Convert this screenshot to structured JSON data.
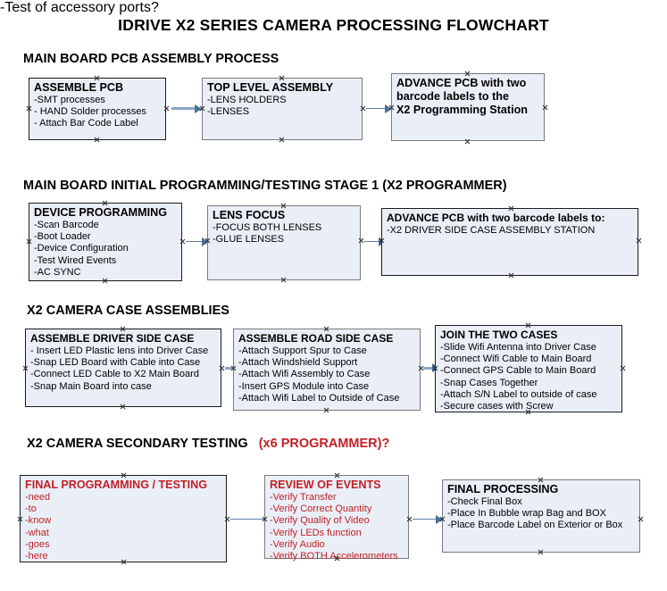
{
  "document": {
    "title": "IDRIVE X2  SERIES CAMERA PROCESSING FLOWCHART"
  },
  "colors": {
    "box_fill": "#eaeff7",
    "box_border": "#1a1a1a",
    "box_border_gray": "#7a7a7a",
    "connector": "#8aa6c4",
    "arrowhead": "#4a6f9c",
    "red_accent": "#c22026",
    "text": "#000000",
    "page_background": "#ffffff"
  },
  "sections": [
    {
      "heading": "MAIN BOARD PCB ASSEMBLY PROCESS",
      "heading_red": "",
      "nodes": [
        {
          "title": "ASSEMBLE PCB",
          "items": [
            "-SMT processes",
            "- HAND Solder processes",
            "- Attach Bar Code Label"
          ]
        },
        {
          "title": "TOP LEVEL ASSEMBLY",
          "items": [
            "-LENS HOLDERS",
            "-LENSES"
          ]
        },
        {
          "title": "ADVANCE PCB with two",
          "title_line2": "barcode labels to the",
          "title_line3": " X2 Programming Station",
          "items": []
        }
      ]
    },
    {
      "heading": "MAIN BOARD INITIAL PROGRAMMING/TESTING STAGE 1 (X2 PROGRAMMER)",
      "heading_red": "",
      "nodes": [
        {
          "title": "DEVICE PROGRAMMING",
          "items": [
            "-Scan Barcode",
            "-Boot Loader",
            "-Device Configuration",
            "-Test Wired Events",
            "-AC SYNC"
          ]
        },
        {
          "title": "LENS FOCUS",
          "items": [
            "-FOCUS BOTH LENSES",
            "-GLUE LENSES"
          ]
        },
        {
          "title": "ADVANCE PCB with two barcode labels to:",
          "items": [
            "-X2 DRIVER  SIDE  CASE  ASSEMBLY STATION"
          ]
        }
      ]
    },
    {
      "heading": "X2 CAMERA CASE ASSEMBLIES",
      "heading_red": "",
      "nodes": [
        {
          "title": "ASSEMBLE DRIVER SIDE CASE",
          "items": [
            "- Insert LED Plastic lens into Driver Case",
            "-Snap LED Board with Cable into Case",
            "-Connect LED Cable to X2 Main Board",
            "-Snap Main Board into case"
          ]
        },
        {
          "title": "ASSEMBLE ROAD SIDE CASE",
          "items": [
            "-Attach Support Spur to Case",
            "-Attach Windshield Support",
            "-Attach Wifi Assembly to Case",
            "-Insert GPS Module into Case",
            "-Attach Wifi Label to Outside of Case"
          ]
        },
        {
          "title": "JOIN THE TWO CASES",
          "items": [
            "-Slide Wifi Antenna into Driver Case",
            "-Connect Wifi Cable to Main Board",
            "-Connect GPS Cable to Main Board",
            "-Snap Cases Together",
            "-Attach S/N Label to outside of case",
            "-Secure cases with Screw"
          ]
        }
      ]
    },
    {
      "heading": "X2 CAMERA SECONDARY TESTING",
      "heading_red": "(x6 PROGRAMMER)?",
      "nodes": [
        {
          "title": "FINAL PROGRAMMING / TESTING",
          "items": [
            "-need",
            "-to",
            "-know",
            "-what",
            "-goes",
            "-here"
          ]
        },
        {
          "title": "REVIEW OF EVENTS",
          "items": [
            "-Verify Transfer",
            "-Verify Correct Quantity",
            "-Verify Quality of Video",
            "-Verify LEDs function",
            "-Verify Audio",
            "-Verify BOTH Accelerometers"
          ],
          "overflow_item": "-Test of accessory ports?"
        },
        {
          "title": "FINAL PROCESSING",
          "items": [
            "-Check Final Box",
            "-Place In Bubble wrap Bag and BOX",
            "-Place Barcode Label on Exterior or Box"
          ]
        }
      ]
    }
  ]
}
